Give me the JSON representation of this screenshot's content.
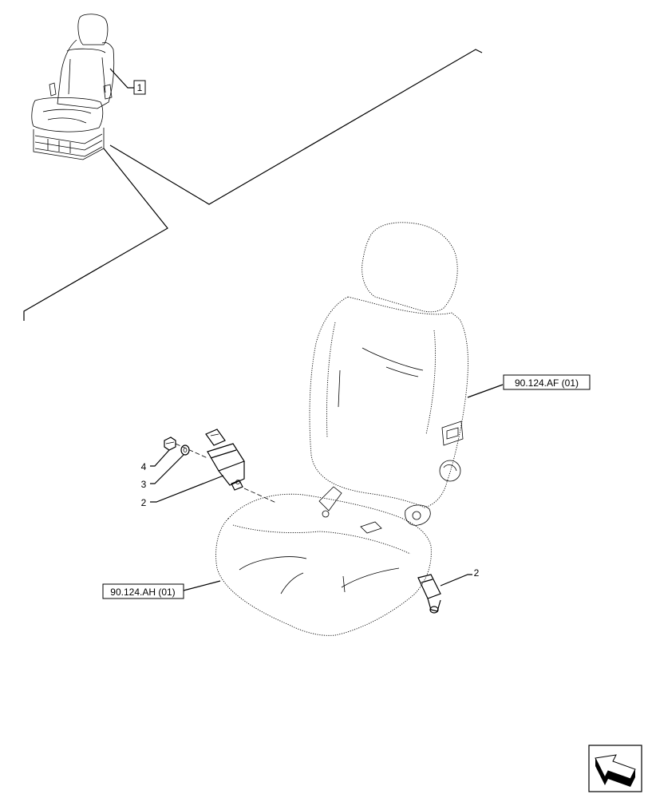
{
  "diagram": {
    "callouts": {
      "ref_box_1": "1",
      "part_4": "4",
      "part_3": "3",
      "part_2_left": "2",
      "part_2_right": "2"
    },
    "references": {
      "backrest": "90.124.AF (01)",
      "cushion": "90.124.AH (01)"
    },
    "icons": {
      "navigation": "arrow-icon"
    }
  }
}
